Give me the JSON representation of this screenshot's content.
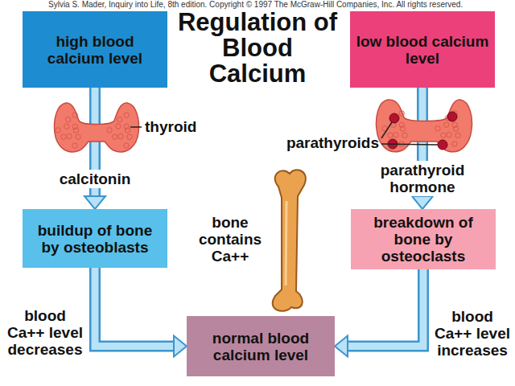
{
  "diagram": {
    "title": "Regulation of Blood Calcium",
    "nodes": [
      {
        "text": [
          "high blood calcium level"
        ]
      },
      {
        "text": [
          "low blood calcium level"
        ]
      },
      {
        "text": [
          "buildup of bone by osteoblasts"
        ]
      },
      {
        "text": [
          "breakdown of bone by osteoclasts"
        ]
      },
      {
        "text": [
          "normal blood calcium level"
        ]
      }
    ],
    "edges": [
      {
        "from": 0,
        "to": 2,
        "arrow": "to",
        "label": "calcitonin"
      },
      {
        "from": 1,
        "to": 3,
        "arrow": "to",
        "label": "parathyroid hormone"
      },
      {
        "from": 2,
        "to": 4,
        "arrow": "to",
        "label": "blood Ca++ level decreases"
      },
      {
        "from": 3,
        "to": 4,
        "arrow": "to",
        "label": "blood Ca++ level increases"
      }
    ],
    "labels": [
      "Sylvia S. Mader, Inquiry into Life, 8th edition. Copyright © 1997 The McGraw-Hill Companies, Inc. All rights reserved.",
      "thyroid",
      "parathyroids",
      "bone contains Ca++"
    ]
  }
}
